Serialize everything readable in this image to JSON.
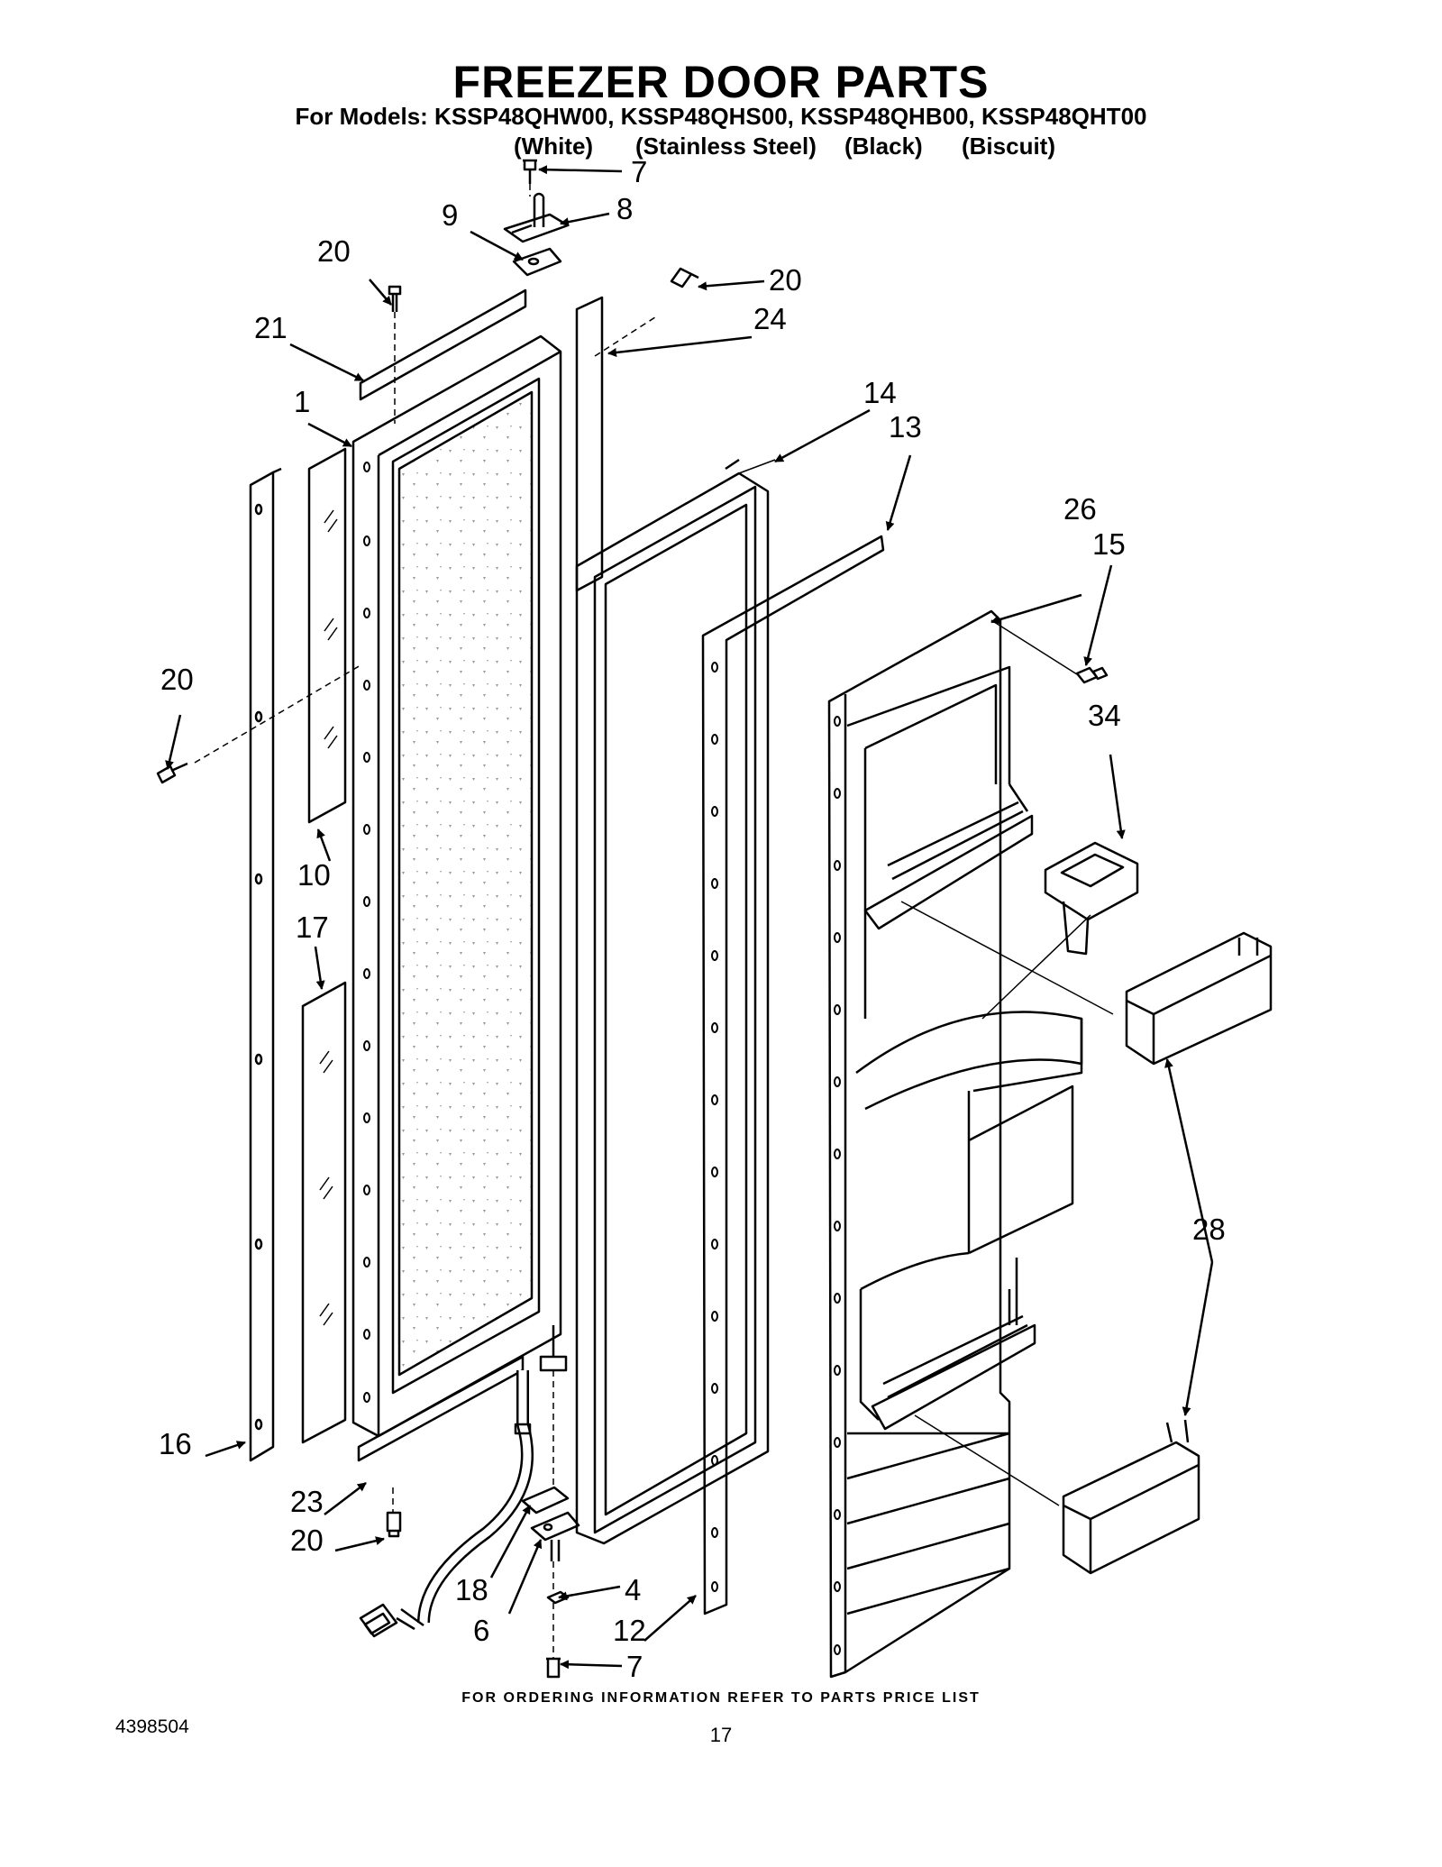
{
  "header": {
    "title": "FREEZER DOOR PARTS",
    "models_line": "For Models: KSSP48QHW00, KSSP48QHS00, KSSP48QHB00, KSSP48QHT00",
    "variants": [
      "(White)",
      "(Stainless Steel)",
      "(Black)",
      "(Biscuit)"
    ]
  },
  "callouts": {
    "c1": "1",
    "c4": "4",
    "c6": "6",
    "c7a": "7",
    "c7b": "7",
    "c8": "8",
    "c9": "9",
    "c10": "10",
    "c12": "12",
    "c13": "13",
    "c14": "14",
    "c15": "15",
    "c16": "16",
    "c17": "17",
    "c18": "18",
    "c20a": "20",
    "c20b": "20",
    "c20c": "20",
    "c20d": "20",
    "c21": "21",
    "c23": "23",
    "c24": "24",
    "c26": "26",
    "c28": "28",
    "c34": "34"
  },
  "footer": {
    "ordering_note": "FOR ORDERING INFORMATION REFER TO PARTS PRICE LIST",
    "document_number": "4398504",
    "page_number": "17"
  }
}
